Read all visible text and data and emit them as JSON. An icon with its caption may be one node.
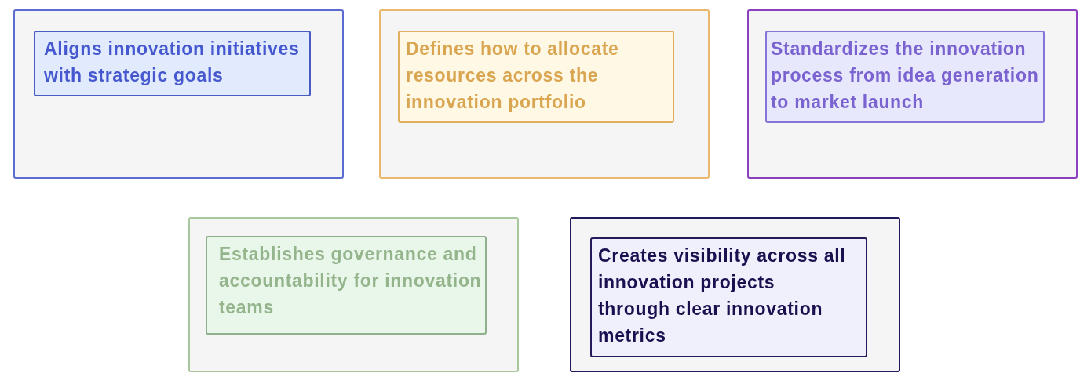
{
  "diagram": {
    "nodes": [
      {
        "text": [],
        "shape": "box"
      },
      {
        "text": [
          "Aligns innovation initiatives with strategic goals"
        ],
        "in": 0
      },
      {
        "text": [],
        "shape": "box"
      },
      {
        "text": [
          "Defines how to allocate resources across the innovation portfolio"
        ],
        "in": 2
      },
      {
        "text": [],
        "shape": "box"
      },
      {
        "text": [
          "Standardizes the innovation process from idea generation to market launch"
        ],
        "in": 4
      },
      {
        "text": [],
        "shape": "box"
      },
      {
        "text": [
          "Establishes governance and accountability for innovation teams"
        ],
        "in": 6
      },
      {
        "text": [],
        "shape": "box"
      },
      {
        "text": [
          "Creates visibility across all innovation projects through clear innovation metrics"
        ],
        "in": 8
      }
    ]
  }
}
